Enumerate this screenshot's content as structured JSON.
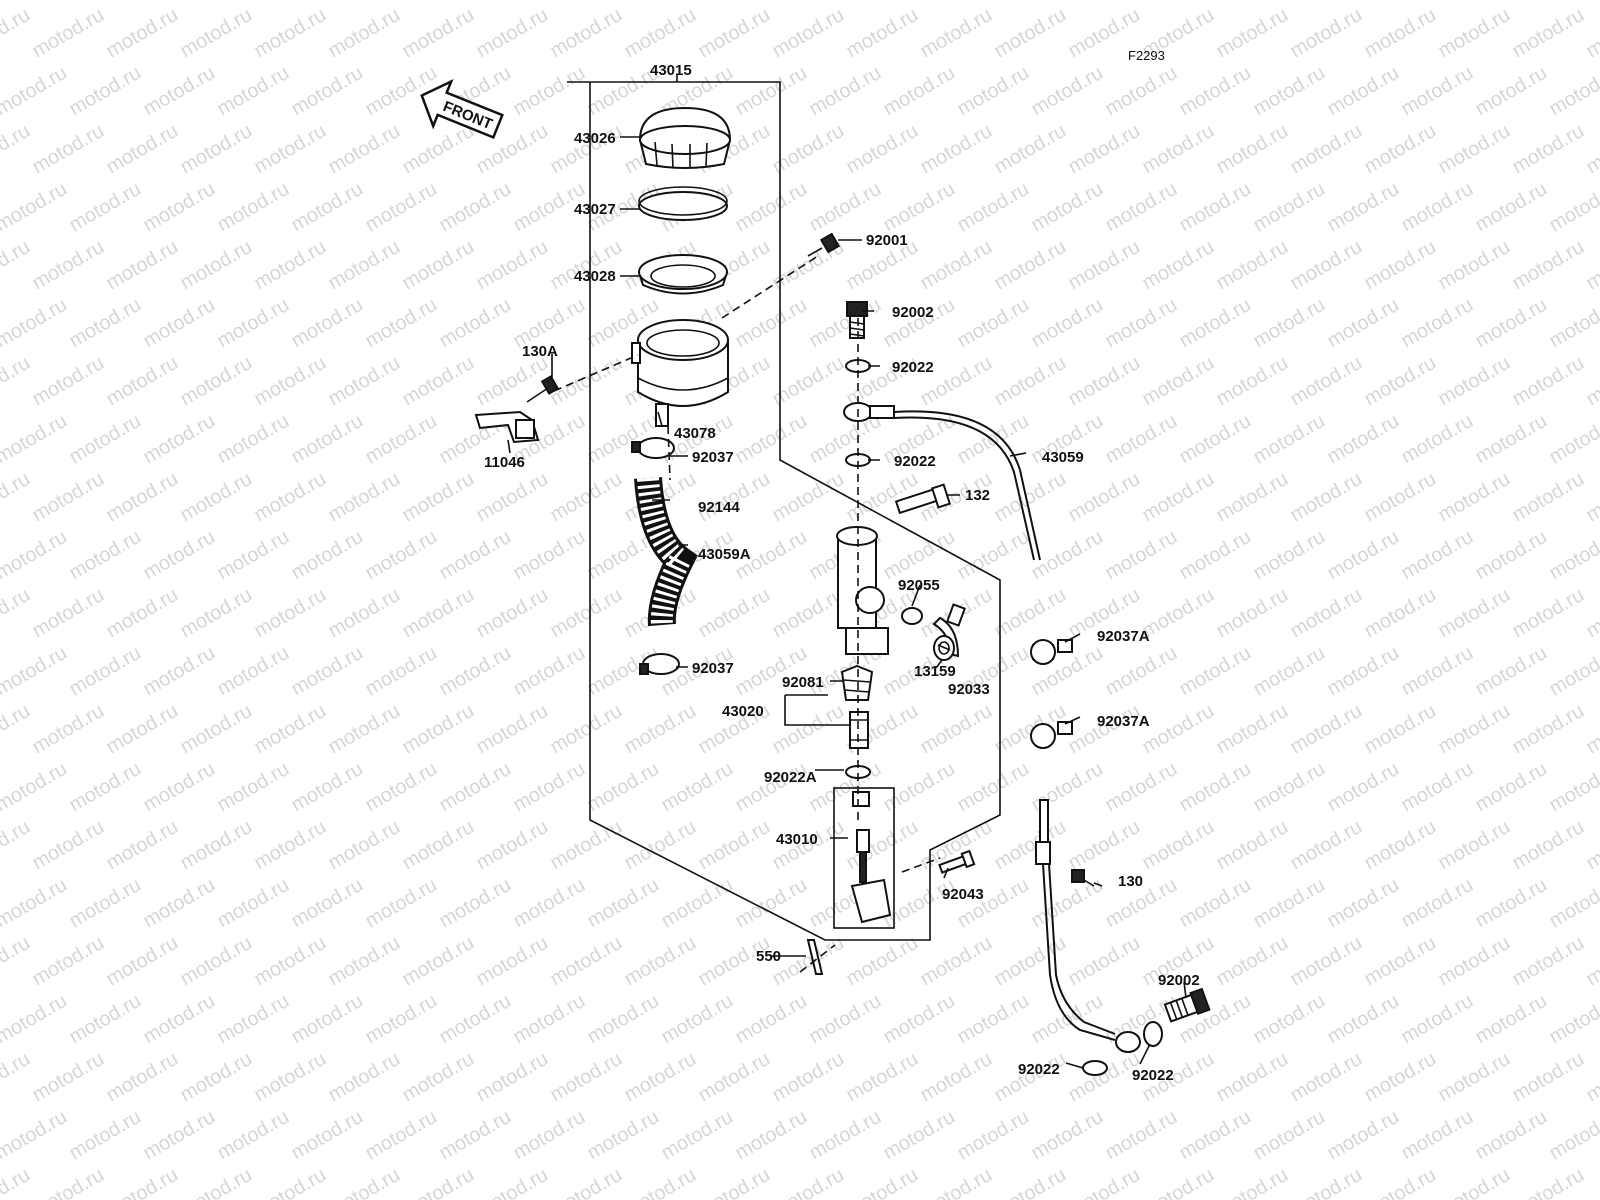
{
  "diagram": {
    "figure_code": "F2293",
    "watermark": "motod.ru",
    "front_label": "FRONT",
    "callouts": {
      "c43015": "43015",
      "c43026": "43026",
      "c43027": "43027",
      "c43028": "43028",
      "c43078": "43078",
      "c130A": "130A",
      "c11046": "11046",
      "c92037_top": "92037",
      "c92144": "92144",
      "c43059A": "43059A",
      "c92037_bot": "92037",
      "c92001": "92001",
      "c92002_top": "92002",
      "c92022_a": "92022",
      "c92022_b": "92022",
      "c43059": "43059",
      "c132": "132",
      "c92055": "92055",
      "c13159": "13159",
      "c92033": "92033",
      "c92081": "92081",
      "c43020": "43020",
      "c92022A": "92022A",
      "c43010": "43010",
      "c92043": "92043",
      "c550": "550",
      "c92037A_top": "92037A",
      "c92037A_bot": "92037A",
      "c130": "130",
      "c92002_bot": "92002",
      "c92022_c": "92022",
      "c92022_d": "92022"
    }
  }
}
